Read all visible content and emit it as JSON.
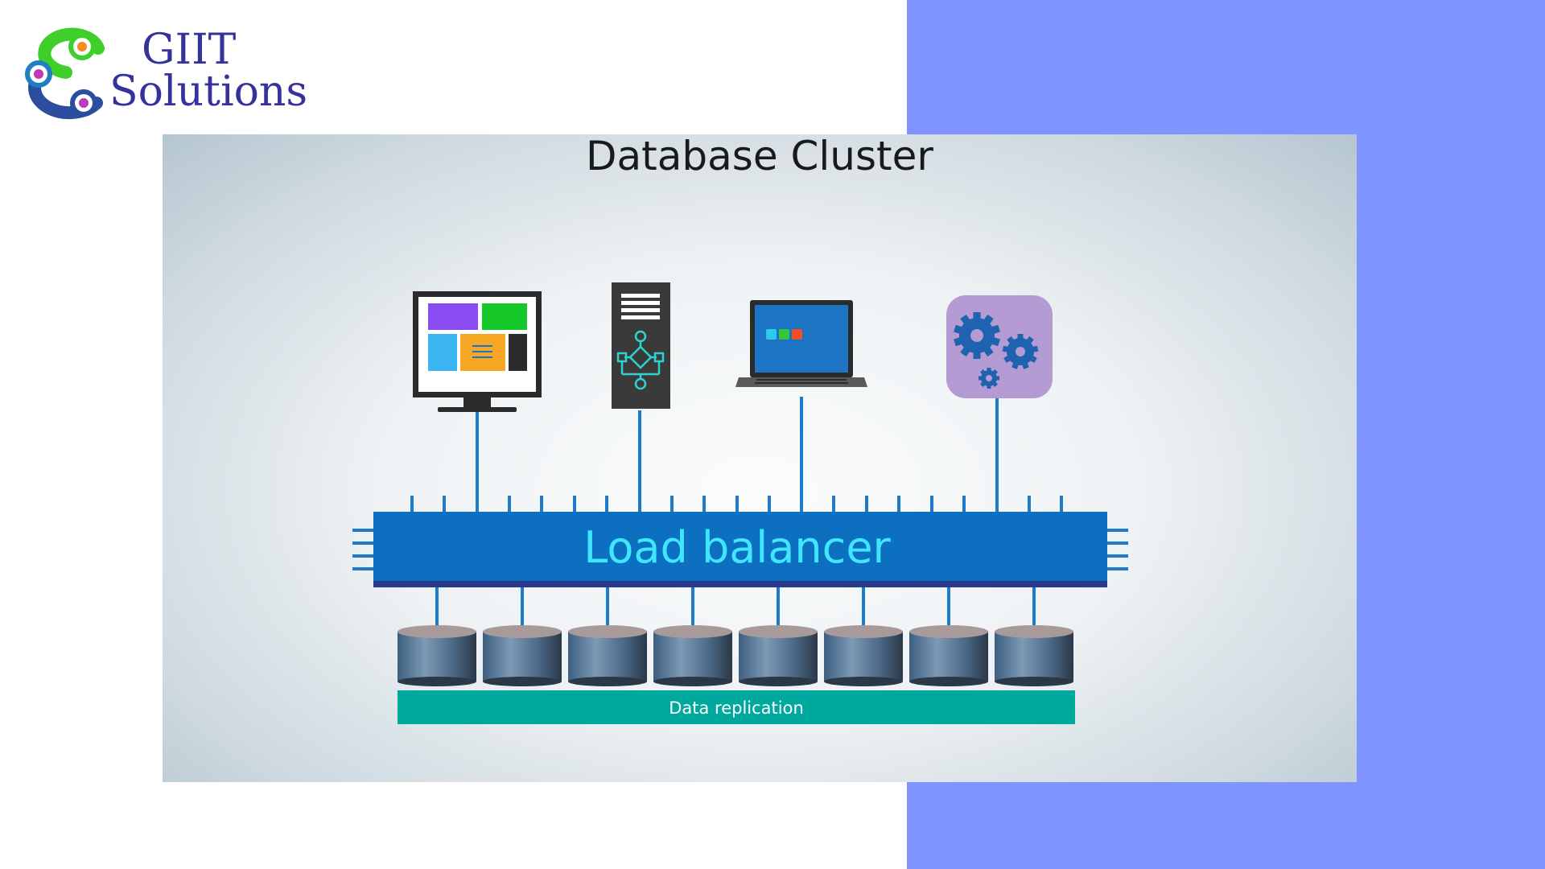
{
  "brand": {
    "name_line1": "GIIT",
    "name_line2": "Solutions",
    "text_color": "#35329c",
    "icon": "chain-link-logo-icon"
  },
  "colors": {
    "accent_panel": "#7f94ff",
    "load_balancer": "#0d6fbf",
    "load_balancer_text": "#3ee6ff",
    "connector": "#1d7bc9",
    "replication_bar": "#00a99d"
  },
  "diagram": {
    "title": "Database Cluster",
    "load_balancer_label": "Load balancer",
    "replication_label": "Data replication",
    "clients": [
      {
        "icon": "desktop-monitor-icon"
      },
      {
        "icon": "server-tower-icon"
      },
      {
        "icon": "laptop-icon"
      },
      {
        "icon": "gears-icon"
      }
    ],
    "database_count": 8,
    "database_icon": "database-cylinder-icon"
  }
}
